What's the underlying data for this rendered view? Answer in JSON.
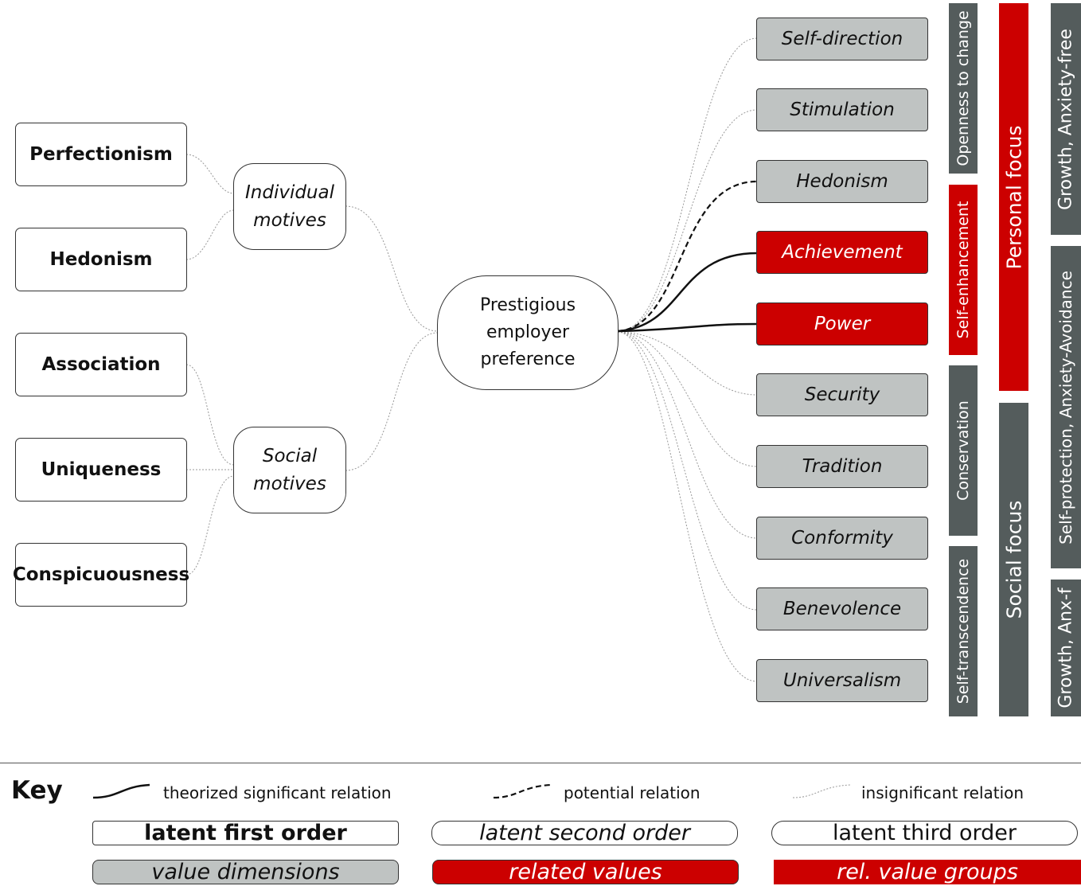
{
  "first_order": [
    "Perfectionism",
    "Hedonism",
    "Association",
    "Uniqueness",
    "Conspicuousness"
  ],
  "second_order": {
    "individual": [
      "Individual",
      "motives"
    ],
    "social": [
      "Social",
      "motives"
    ]
  },
  "third_order": [
    "Prestigious",
    "employer",
    "preference"
  ],
  "values": [
    {
      "label": "Self-direction",
      "type": "gray",
      "relation": "insignificant"
    },
    {
      "label": "Stimulation",
      "type": "gray",
      "relation": "insignificant"
    },
    {
      "label": "Hedonism",
      "type": "gray",
      "relation": "potential"
    },
    {
      "label": "Achievement",
      "type": "red",
      "relation": "significant"
    },
    {
      "label": "Power",
      "type": "red",
      "relation": "significant"
    },
    {
      "label": "Security",
      "type": "gray",
      "relation": "insignificant"
    },
    {
      "label": "Tradition",
      "type": "gray",
      "relation": "insignificant"
    },
    {
      "label": "Conformity",
      "type": "gray",
      "relation": "insignificant"
    },
    {
      "label": "Benevolence",
      "type": "gray",
      "relation": "insignificant"
    },
    {
      "label": "Universalism",
      "type": "gray",
      "relation": "insignificant"
    }
  ],
  "groups": {
    "openness": "Openness to change",
    "self_enhancement": "Self-enhancement",
    "conservation": "Conservation",
    "self_transcendence": "Self-transcendence",
    "personal_focus": "Personal focus",
    "social_focus": "Social focus",
    "growth_anxiety_free": "Growth, Anxiety-free",
    "self_protection": "Self-protection, Anxiety-Avoidance",
    "growth_anxf": "Growth, Anx-f"
  },
  "colors": {
    "red": "#cc0000",
    "dark_gray": "#545c5c",
    "light_gray": "#bfc3c2"
  },
  "key": {
    "title": "Key",
    "significant": "theorized significant relation",
    "potential": "potential relation",
    "insignificant": "insignificant relation",
    "latent_first": "latent first order",
    "latent_second": "latent second order",
    "latent_third": "latent third order",
    "value_dimensions": "value dimensions",
    "related_values": "related values",
    "rel_value_groups": "rel. value groups"
  }
}
